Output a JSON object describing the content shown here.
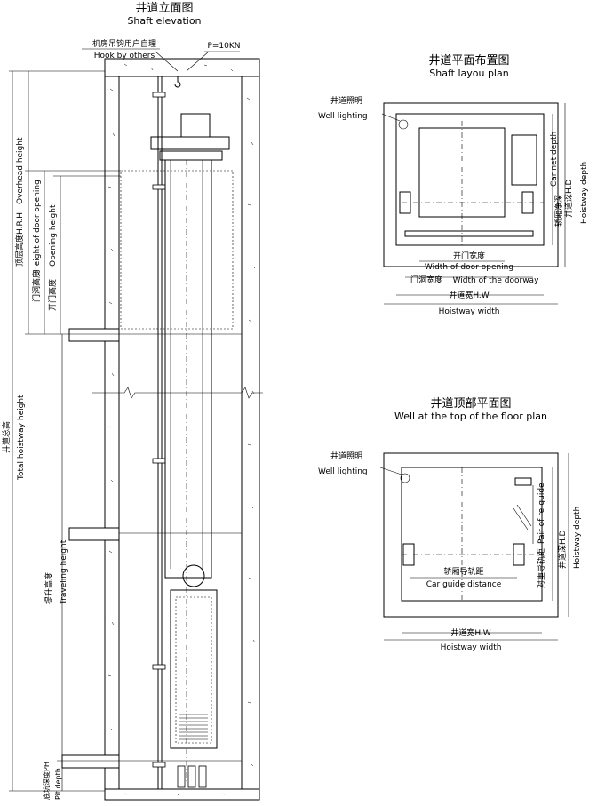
{
  "elevation": {
    "title_zh": "井道立面图",
    "title_en": "Shaft elevation",
    "hook_zh": "机房吊钩用户自理",
    "hook_en": "Hook by others",
    "load": "P=10KN",
    "overhead_zh": "顶层高度H.R.H",
    "overhead_en": "Overhead height",
    "door_opening_zh": "门洞高度",
    "door_opening_en": "Height of door opening",
    "opening_zh": "开门高度",
    "opening_en": "Opening height",
    "total_zh": "井道总高",
    "total_en": "Total hoistway height",
    "travel_zh": "提升高度",
    "travel_en": "Traveling height",
    "pit_zh": "底坑深度PH",
    "pit_en": "Pit depth"
  },
  "plan": {
    "title_zh": "井道平面布置图",
    "title_en": "Shaft layou plan",
    "light_zh": "井道照明",
    "light_en": "Well lighting",
    "car_depth_zh": "轿厢净深",
    "car_depth_en": "Car net depth",
    "hd_zh": "井道深H.D",
    "hd_en": "Hoistway depth",
    "door_width_zh": "开门宽度",
    "door_width_en": "Width of door opening",
    "doorway_zh": "门洞宽度",
    "doorway_en": "Width of the doorway",
    "hw_zh": "井道宽H.W",
    "hw_en": "Hoistway width"
  },
  "top": {
    "title_zh": "井道顶部平面图",
    "title_en": "Well at the top of the floor plan",
    "light_zh": "井道照明",
    "light_en": "Well lighting",
    "guide_zh": "轿厢导轨距",
    "guide_en": "Car guide distance",
    "cw_zh": "对重导轨距",
    "cw_en": "Pair of re-guide",
    "hd_zh": "井道深H.D",
    "hd_en": "Hoistway depth",
    "hw_zh": "井道宽H.W",
    "hw_en": "Hoistway width"
  }
}
